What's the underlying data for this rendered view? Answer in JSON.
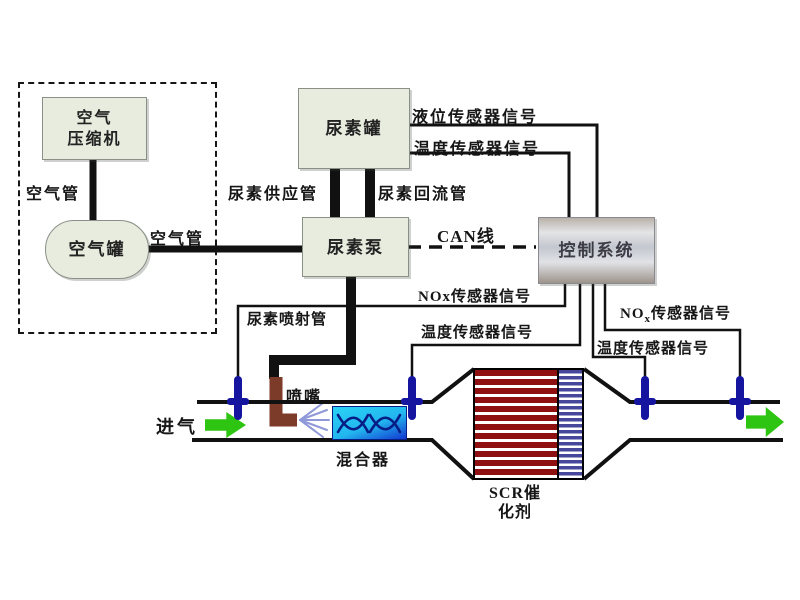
{
  "boxes": {
    "compressor": "空气\n压缩机",
    "air_tank": "空气罐",
    "urea_tank": "尿素罐",
    "urea_pump": "尿素泵",
    "control_system": "控制系统"
  },
  "pipes": {
    "air_pipe_left": "空气管",
    "air_pipe_right": "空气管",
    "urea_supply": "尿素供应管",
    "urea_return": "尿素回流管",
    "urea_injection": "尿素喷射管"
  },
  "signals": {
    "level": "液位传感器信号",
    "temp_tank": "温度传感器信号",
    "can": "CAN线",
    "nox_upstream": "NOx传感器信号",
    "temp_upstream": "温度传感器信号",
    "nox_downstream_prefix": "NO",
    "nox_downstream_sub": "x",
    "nox_downstream_suffix": "传感器信号",
    "temp_downstream": "温度传感器信号"
  },
  "flow": {
    "intake": "进气",
    "nozzle": "喷嘴",
    "mixer": "混合器",
    "scr_catalyst": "SCR催\n化剂"
  },
  "colors": {
    "line_black": "#111111",
    "box_fill": "#e8ecdf",
    "sensor_navy": "#1515a0",
    "pipe_brown": "#7c3a28",
    "arrow_green": "#2ec412",
    "scr_red": "#8e1010",
    "scr_blue": "#46469a",
    "mixer_cyan_1": "#29d3f5",
    "mixer_cyan_2": "#1238d0",
    "spray_lavender": "#8f99d8"
  }
}
